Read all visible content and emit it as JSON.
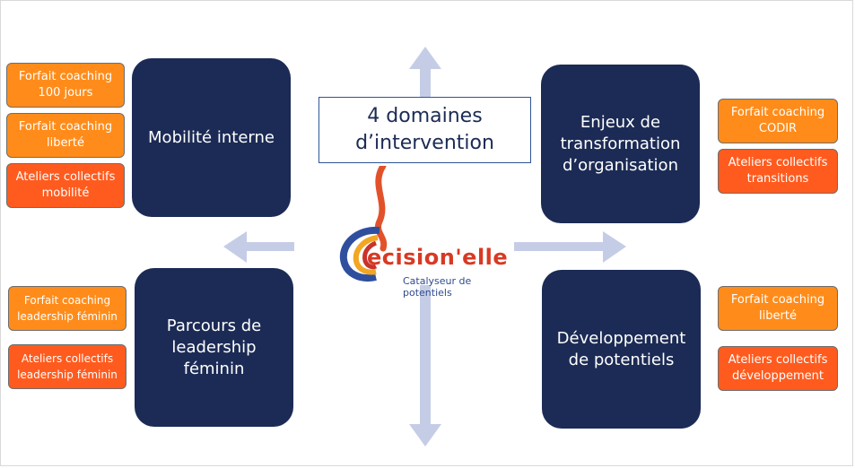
{
  "title": {
    "line1": "4 domaines",
    "line2": "d’intervention"
  },
  "logo": {
    "word": "ecision'elle",
    "tagline": "Catalyseur de potentiels"
  },
  "domains": {
    "mobilite": {
      "lines": [
        "Mobilité interne"
      ]
    },
    "enjeux": {
      "lines": [
        "Enjeux de",
        "transformation",
        "d’organisation"
      ]
    },
    "leadership": {
      "lines": [
        "Parcours de",
        "leadership",
        "féminin"
      ]
    },
    "developpement": {
      "lines": [
        "Développement",
        "de potentiels"
      ]
    }
  },
  "offers": {
    "mobilite": [
      {
        "lines": [
          "Forfait coaching",
          "100 jours"
        ]
      },
      {
        "lines": [
          "Forfait coaching",
          "liberté"
        ]
      },
      {
        "lines": [
          "Ateliers collectifs",
          "mobilité"
        ]
      }
    ],
    "enjeux": [
      {
        "lines": [
          "Forfait coaching",
          "CODIR"
        ]
      },
      {
        "lines": [
          "Ateliers collectifs",
          "transitions"
        ]
      }
    ],
    "leadership": [
      {
        "lines": [
          "Forfait coaching",
          "leadership féminin"
        ]
      },
      {
        "lines": [
          "Ateliers collectifs",
          "leadership féminin"
        ]
      }
    ],
    "developpement": [
      {
        "lines": [
          "Forfait coaching",
          "liberté"
        ]
      },
      {
        "lines": [
          "Ateliers collectifs",
          "développement"
        ]
      }
    ]
  },
  "colors": {
    "domain": "#1c2b55",
    "offer_orange": "#ff8c1a",
    "offer_red": "#ff5b1e",
    "arrow": "#c5cde6"
  }
}
